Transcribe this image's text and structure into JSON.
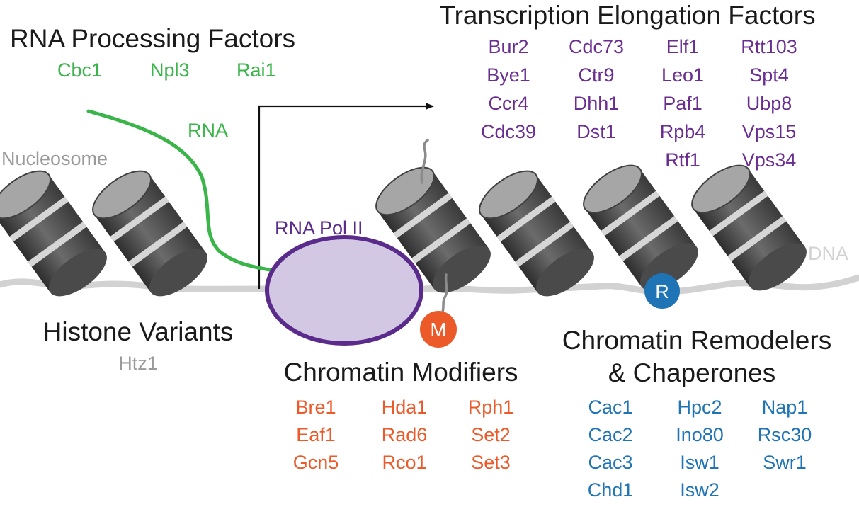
{
  "colors": {
    "rna_processing": "#3ab54a",
    "elongation": "#6a2e91",
    "modifiers": "#ec5a2a",
    "remodelers": "#1f74b6",
    "label_gray": "#9a9a9a",
    "dna": "#d2d2d2",
    "nucleosome_dark": "#5a5a5a",
    "nucleosome_face": "#a6a6a6",
    "nucleosome_band": "#d6d6d6",
    "pol_fill": "#d3c8e3",
    "pol_stroke": "#5b2b8c"
  },
  "labels": {
    "nucleosome": "Nucleosome",
    "rna": "RNA",
    "dna": "DNA",
    "rna_pol": "RNA Pol II",
    "badge_modifier": "M",
    "badge_remodeler": "R"
  },
  "groups": {
    "rna_processing": {
      "title": "RNA Processing Factors",
      "genes": [
        "Cbc1",
        "Npl3",
        "Rai1"
      ]
    },
    "elongation": {
      "title": "Transcription Elongation Factors",
      "columns": [
        [
          "Bur2",
          "Bye1",
          "Ccr4",
          "Cdc39"
        ],
        [
          "Cdc73",
          "Ctr9",
          "Dhh1",
          "Dst1"
        ],
        [
          "Elf1",
          "Leo1",
          "Paf1",
          "Rpb4",
          "Rtf1"
        ],
        [
          "Rtt103",
          "Spt4",
          "Ubp8",
          "Vps15",
          "Vps34"
        ]
      ]
    },
    "histone_variants": {
      "title": "Histone Variants",
      "genes": [
        "Htz1"
      ]
    },
    "modifiers": {
      "title": "Chromatin Modifiers",
      "columns": [
        [
          "Bre1",
          "Eaf1",
          "Gcn5"
        ],
        [
          "Hda1",
          "Rad6",
          "Rco1"
        ],
        [
          "Rph1",
          "Set2",
          "Set3"
        ]
      ]
    },
    "remodelers": {
      "title_line1": "Chromatin Remodelers",
      "title_line2": "& Chaperones",
      "columns": [
        [
          "Cac1",
          "Cac2",
          "Cac3",
          "Chd1"
        ],
        [
          "Hpc2",
          "Ino80",
          "Isw1",
          "Isw2"
        ],
        [
          "Nap1",
          "Rsc30",
          "Swr1"
        ]
      ]
    }
  }
}
